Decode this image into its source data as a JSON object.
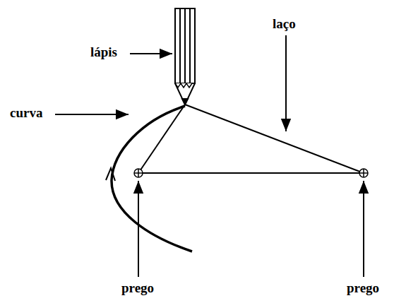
{
  "diagram": {
    "labels": [
      "lápis",
      "laço",
      "curva",
      "prego",
      "prego"
    ]
  }
}
